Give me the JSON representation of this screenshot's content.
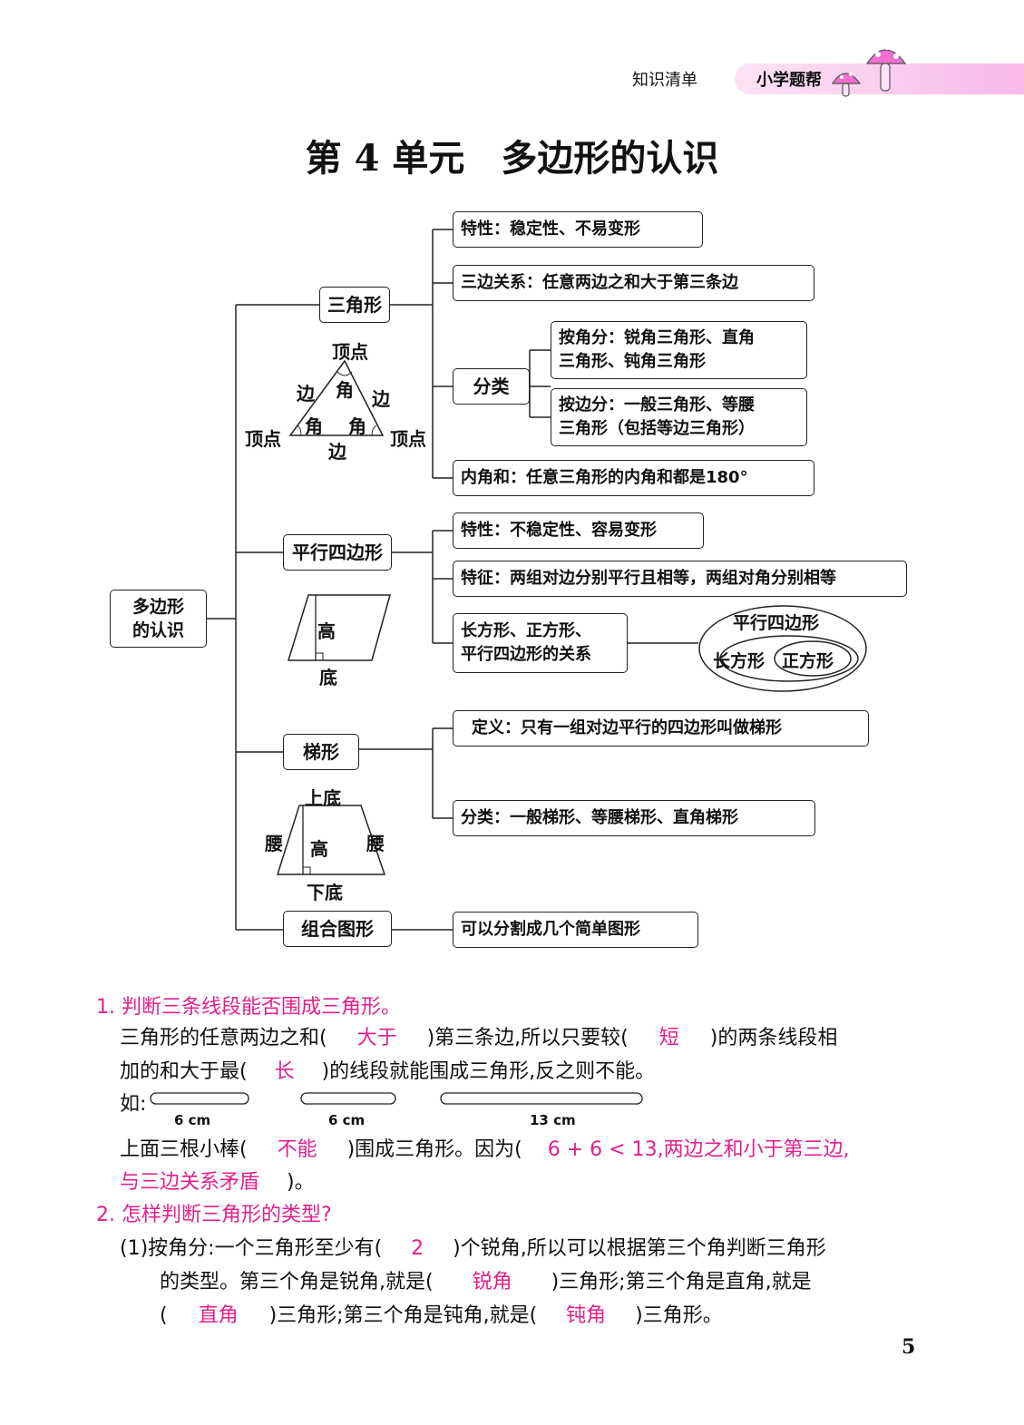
{
  "header": {
    "section": "知识清单",
    "brand": "小学题帮"
  },
  "title": "第 4 单元　多边形的认识",
  "map": {
    "root": "多边形\n的认识",
    "triangle": {
      "node": "三角形",
      "props": [
        "特性：稳定性、不易变形",
        "三边关系：任意两边之和大于第三条边",
        "内角和：任意三角形的内角和都是180°"
      ],
      "classify": {
        "label": "分类",
        "by_angle": "按角分：锐角三角形、直角\n三角形、钝角三角形",
        "by_side": "按边分：一般三角形、等腰\n三角形（包括等边三角形）"
      },
      "figure": {
        "vertex": "顶点",
        "side": "边",
        "angle": "角"
      }
    },
    "parallelogram": {
      "node": "平行四边形",
      "props": [
        "特性：不稳定性、容易变形",
        "特征：两组对边分别平行且相等，两组对角分别相等",
        "长方形、正方形、\n平行四边形的关系"
      ],
      "venn": [
        "平行四边形",
        "长方形",
        "正方形"
      ],
      "figure": {
        "height": "高",
        "base": "底"
      }
    },
    "trapezoid": {
      "node": "梯形",
      "props": [
        "定义：只有一组对边平行的四边形叫做梯形",
        "分类：一般梯形、等腰梯形、直角梯形"
      ],
      "figure": {
        "top": "上底",
        "leg": "腰",
        "height": "高",
        "bottom": "下底"
      }
    },
    "composite": {
      "node": "组合图形",
      "prop": "可以分割成几个简单图形"
    }
  },
  "q1": {
    "title": "1. 判断三条线段能否围成三角形。",
    "l1a": "三角形的任意两边之和(",
    "a1": "大于",
    "l1b": ")第三条边,所以只要较(",
    "a2": "短",
    "l1c": ")的两条线段相",
    "l2a": "加的和大于最(",
    "a3": "长",
    "l2b": ")的线段就能围成三角形,反之则不能。",
    "l3": "如:",
    "sticks": [
      "6 cm",
      "6 cm",
      "13 cm"
    ],
    "l4a": "上面三根小棒(",
    "a4": "不能",
    "l4b": ")围成三角形。因为(",
    "a5": "6 + 6 < 13,两边之和小于第三边,",
    "a5b": "与三边关系矛盾",
    "l5b": ")。"
  },
  "q2": {
    "title": "2. 怎样判断三角形的类型?",
    "l1a": "(1)按角分:一个三角形至少有(",
    "a1": "2",
    "l1b": ")个锐角,所以可以根据第三个角判断三角形",
    "l2a": "的类型。第三个角是锐角,就是(",
    "a2": "锐角",
    "l2b": ")三角形;第三个角是直角,就是",
    "l3a": "(",
    "a3": "直角",
    "l3b": ")三角形;第三个角是钝角,就是(",
    "a4": "钝角",
    "l3c": ")三角形。"
  },
  "page_number": "5",
  "colors": {
    "answer": "#e0208a",
    "header_band": "#f9c6ef",
    "mushroom": "#ee6fd0"
  }
}
